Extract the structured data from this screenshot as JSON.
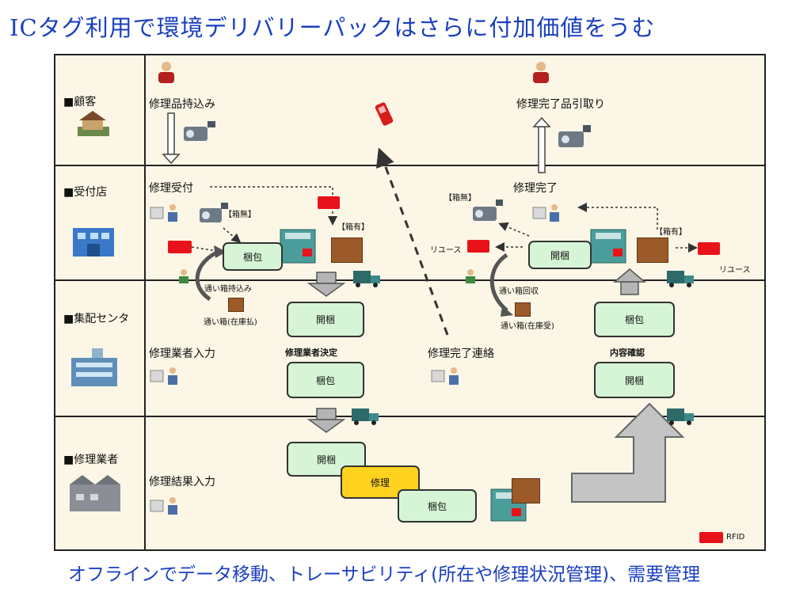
{
  "title": "ICタグ利用で環境デリバリーパックはさらに付加価値をうむ",
  "footer": "オフラインでデータ移動、トレーサビリティ(所在や修理状況管理)、需要管理",
  "colors": {
    "title": "#1a3fc0",
    "box": "#d6f5d6",
    "repair": "#ffd21f",
    "rfid": "#e8121a",
    "lane": "#fbf6e6"
  },
  "lanes": {
    "customer": "■顧客",
    "store": "■受付店",
    "center": "■集配センタ",
    "repairer": "■修理業者"
  },
  "labels": {
    "bring_in": "修理品持込み",
    "pickup": "修理完了品引取り",
    "reception": "修理受付",
    "repair_done": "修理完了",
    "no_box_left": "【箱無】",
    "has_box_left": "【箱有】",
    "no_box_right": "【箱無】",
    "has_box_right": "【箱有】",
    "reuse_left": "リユース",
    "reuse_right": "リユース",
    "returnable_bring": "通い箱持込み",
    "returnable_stock_out": "通い箱(在庫払)",
    "returnable_collect": "通い箱回収",
    "returnable_stock_in": "通い箱(在庫受)",
    "repairer_input": "修理業者入力",
    "repairer_decided": "修理業者決定",
    "repair_done_contact": "修理完了連絡",
    "content_check": "内容確認",
    "repair_result_input": "修理結果入力",
    "rfid_legend": "RFID"
  },
  "boxes": {
    "pack_store": "梱包",
    "unpack_store": "開梱",
    "unpack_center": "開梱",
    "pack_center": "梱包",
    "pack_center_right": "梱包",
    "unpack_center_right": "開梱",
    "unpack_repairer": "開梱",
    "repair": "修理",
    "pack_repairer": "梱包"
  }
}
